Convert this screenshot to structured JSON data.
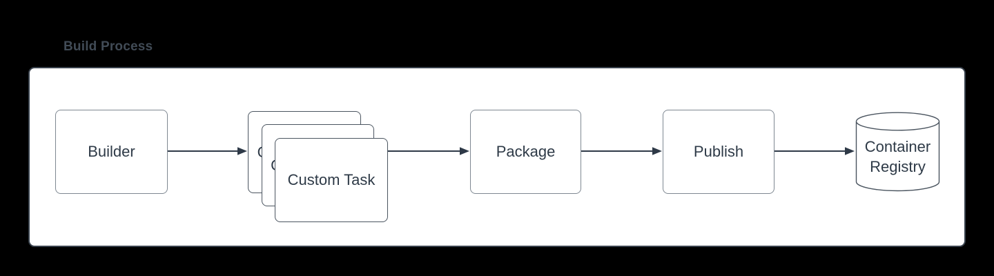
{
  "title": "Build Process",
  "diagram": {
    "type": "flowchart",
    "nodes": {
      "builder": {
        "label": "Builder",
        "shape": "rounded-rectangle"
      },
      "custom_task": {
        "label": "Custom Task",
        "shape": "stacked-rounded-rectangles",
        "stack_count": 3
      },
      "package": {
        "label": "Package",
        "shape": "rounded-rectangle"
      },
      "publish": {
        "label": "Publish",
        "shape": "rounded-rectangle"
      },
      "container_registry": {
        "label": "Container Registry",
        "line1": "Container",
        "line2": "Registry",
        "shape": "cylinder"
      }
    },
    "edges": [
      {
        "from": "Builder",
        "to": "Custom Task"
      },
      {
        "from": "Custom Task",
        "to": "Package"
      },
      {
        "from": "Package",
        "to": "Publish"
      },
      {
        "from": "Publish",
        "to": "Container Registry"
      }
    ]
  },
  "colors": {
    "background": "#000000",
    "panel_fill": "#ffffff",
    "panel_border": "#39424d",
    "box_border": "#7e8791",
    "stack_border": "#4a545f",
    "label_text": "#2e3a47",
    "title_text": "#414b56",
    "arrow": "#2e3947"
  }
}
